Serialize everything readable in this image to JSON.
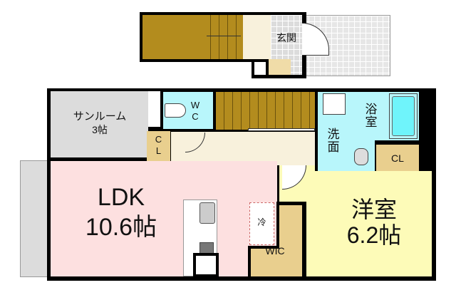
{
  "upper_floor": {
    "entrance_label": "玄関"
  },
  "lower_floor": {
    "sunroom": {
      "name": "サンルーム",
      "size": "3帖"
    },
    "wc": {
      "label_line1": "W",
      "label_line2": "C"
    },
    "closet_hall": {
      "label_line1": "C",
      "label_line2": "L"
    },
    "washroom": {
      "label": "洗面"
    },
    "bathroom": {
      "label": "浴室"
    },
    "closet": {
      "label": "CL"
    },
    "ldk": {
      "name": "LDK",
      "size": "10.6帖"
    },
    "fridge": {
      "label": "冷"
    },
    "wic": {
      "label": "WIC"
    },
    "western_room": {
      "name": "洋室",
      "size": "6.2帖"
    }
  },
  "colors": {
    "ldk": "#fde0e0",
    "western": "#fdfbb8",
    "wet": "#b8f6fb",
    "closet": "#e9cf8e",
    "stairs": "#b38c1e",
    "hall": "#f8f1dc",
    "sunroom": "#dcdcdc"
  }
}
